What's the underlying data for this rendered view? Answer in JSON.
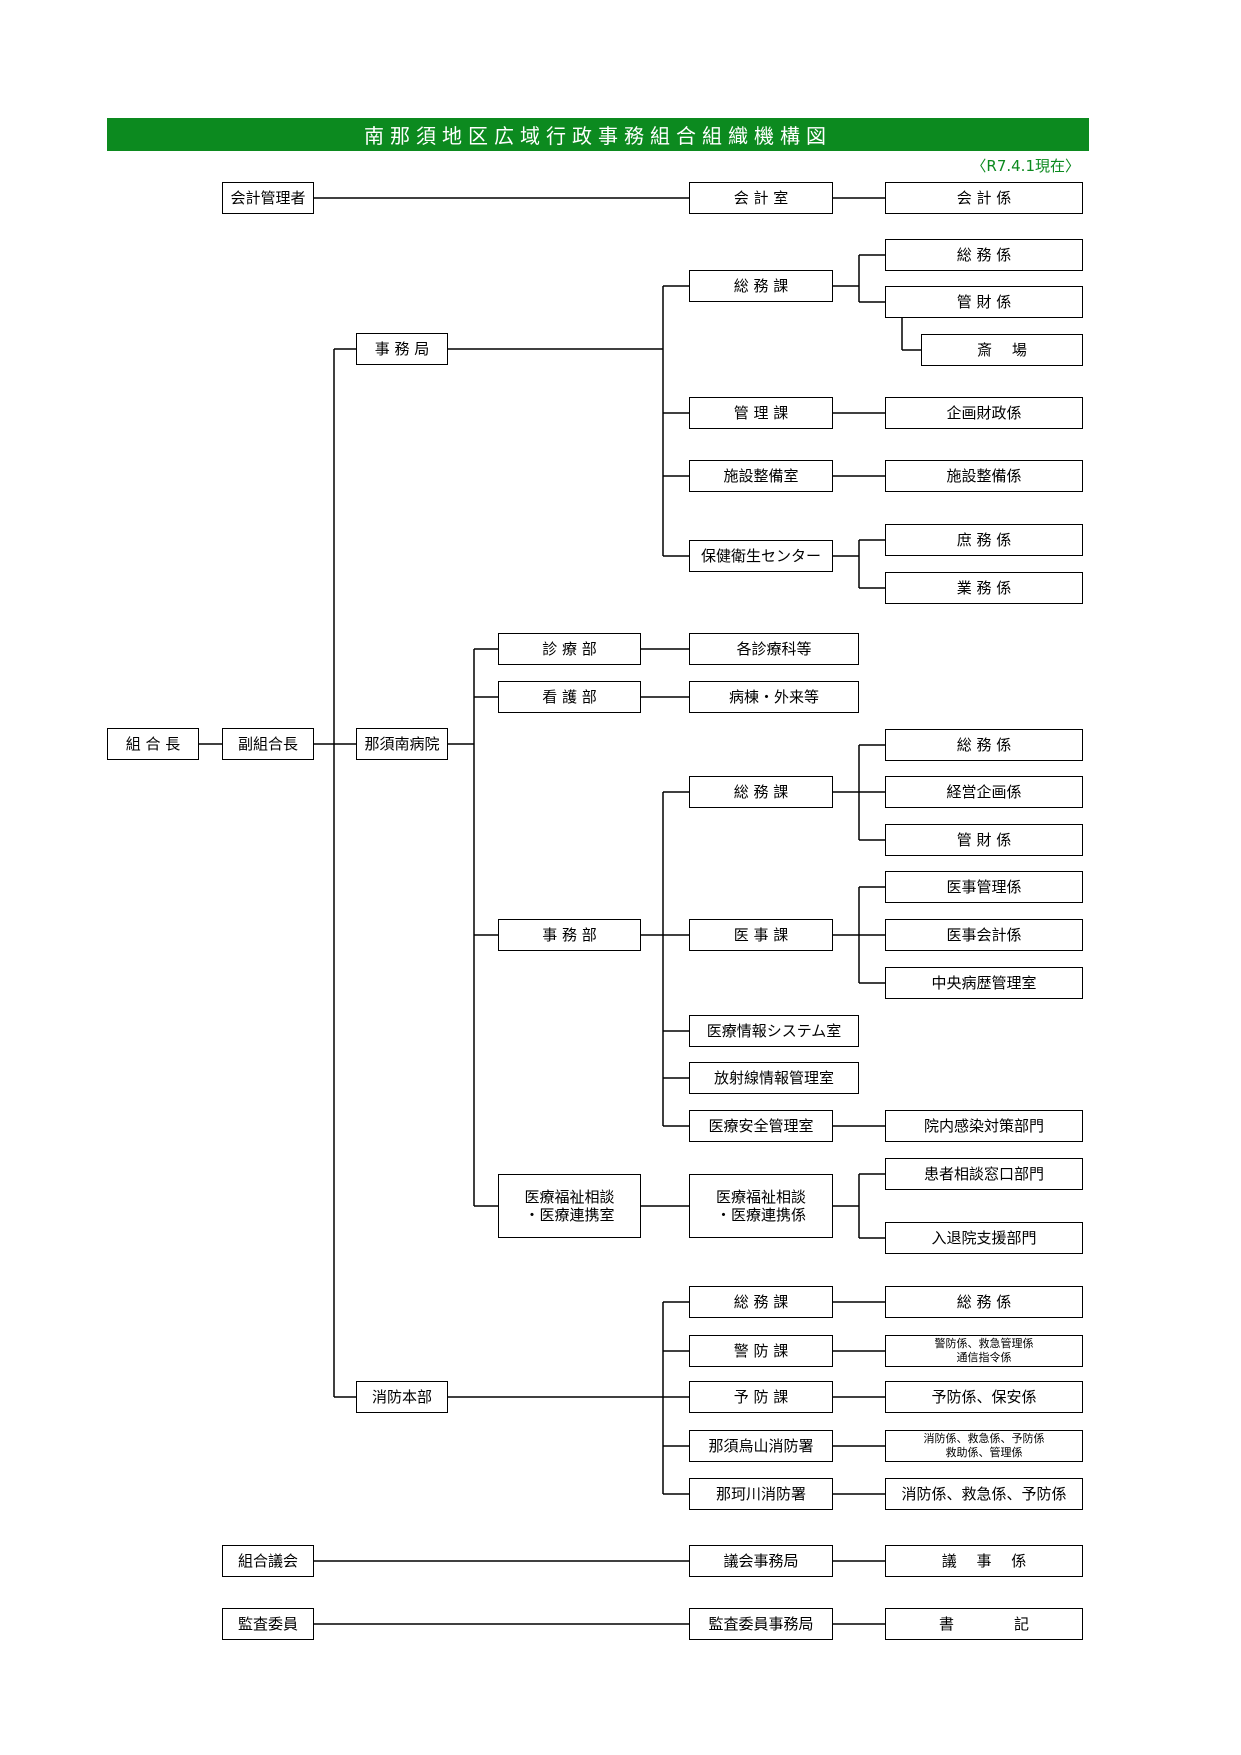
{
  "title": "南那須地区広域行政事務組合組織機構図",
  "date_note": "〈R7.4.1現在〉",
  "colors": {
    "title_bar": "#0c8a1f",
    "line": "#000000"
  },
  "boxes": {
    "kaikei_kanrisha": "会計管理者",
    "kaikei_shitsu": "会 計 室",
    "kaikei_kakari": "会 計 係",
    "jimukyoku": "事 務 局",
    "jk_somu_ka": "総 務 課",
    "jk_somu_kakari": "総 務 係",
    "jk_kanzai_kakari": "管 財 係",
    "saijo": "斎　 場",
    "jk_kanri_ka": "管 理 課",
    "kikaku_zaisei_kakari": "企画財政係",
    "shisetsu_seibi_shitsu": "施設整備室",
    "shisetsu_seibi_kakari": "施設整備係",
    "hoken_eisei_center": "保健衛生センター",
    "shomu_kakari": "庶 務 係",
    "gyomu_kakari": "業 務 係",
    "kumiaicho": "組 合 長",
    "fuku_kumiaicho": "副組合長",
    "nasu_minami_byoin": "那須南病院",
    "shinryo_bu": "診 療 部",
    "kaku_shinryoka": "各診療科等",
    "kango_bu": "看 護 部",
    "byoto_gairai": "病棟・外来等",
    "h_somu_ka": "総 務 課",
    "h_somu_kakari": "総 務 係",
    "keiei_kikaku_kakari": "経営企画係",
    "h_kanzai_kakari": "管 財 係",
    "jimu_bu": "事 務 部",
    "iji_ka": "医 事 課",
    "iji_kanri_kakari": "医事管理係",
    "iji_kaikei_kakari": "医事会計係",
    "chuo_byoreki": "中央病歴管理室",
    "iryo_joho_system": "医療情報システム室",
    "hoshasen_joho": "放射線情報管理室",
    "iryo_anzen": "医療安全管理室",
    "innai_kansen": "院内感染対策部門",
    "fukushi_soudan_shitsu": "医療福祉相談\n・医療連携室",
    "fukushi_soudan_kakari": "医療福祉相談\n・医療連携係",
    "kanja_soudan": "患者相談窓口部門",
    "nyutaiin_shien": "入退院支援部門",
    "shobo_honbu": "消防本部",
    "f_somu_ka": "総 務 課",
    "f_somu_kakari": "総 務 係",
    "keibo_ka": "警 防 課",
    "keibo_kakari": "警防係、救急管理係\n通信指令係",
    "yobo_ka": "予 防 課",
    "yobo_kakari": "予防係、保安係",
    "karasuyama_sho": "那須烏山消防署",
    "karasuyama_kakari": "消防係、救急係、予防係\n救助係、管理係",
    "nakagawa_sho": "那珂川消防署",
    "nakagawa_kakari": "消防係、救急係、予防係",
    "kumiai_gikai": "組合議会",
    "gikai_jimukyoku": "議会事務局",
    "giji_kakari": "議　 事　 係",
    "kansa_iin": "監査委員",
    "kansa_jimukyoku": "監査委員事務局",
    "shoki": "書　　　　記"
  }
}
